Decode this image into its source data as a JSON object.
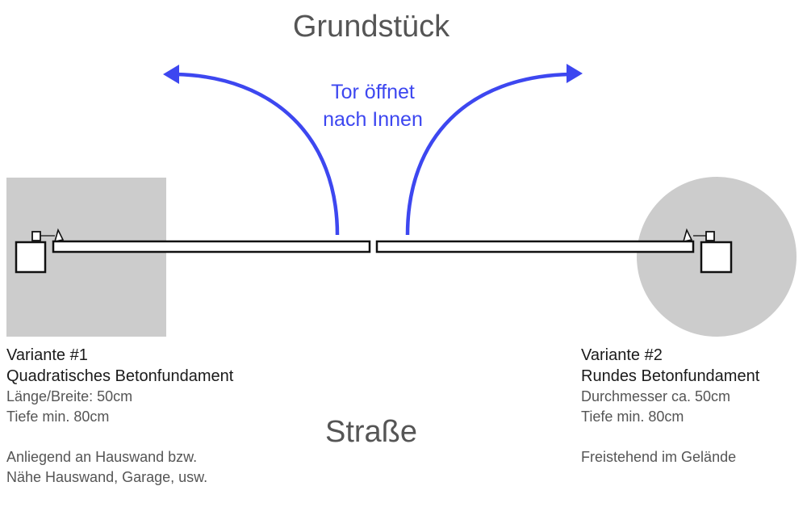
{
  "labels": {
    "property": "Grundstück",
    "street": "Straße",
    "opening_hint": [
      "Tor öffnet",
      "nach Innen"
    ]
  },
  "variants": [
    {
      "title": "Variante #1",
      "subtitle": "Quadratisches Betonfundament",
      "specs": [
        "Länge/Breite: 50cm",
        "Tiefe min. 80cm"
      ],
      "notes": [
        "Anliegend an Hauswand bzw.",
        "Nähe Hauswand, Garage, usw."
      ]
    },
    {
      "title": "Variante #2",
      "subtitle": "Rundes Betonfundament",
      "specs": [
        "Durchmesser ca. 50cm",
        "Tiefe min. 80cm"
      ],
      "notes": [
        "Freistehend im Gelände"
      ]
    }
  ],
  "colors": {
    "foundation": "#cccccc",
    "arrow": "#3d47f0",
    "outline": "#111111"
  }
}
